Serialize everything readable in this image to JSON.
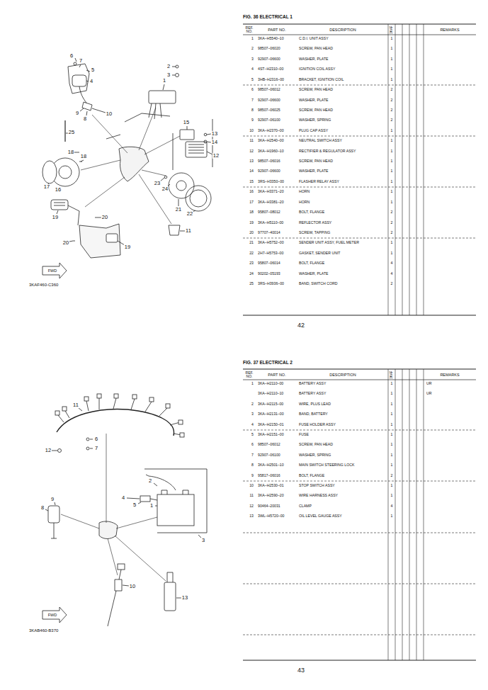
{
  "diagram": {
    "labels": [
      "6",
      "7",
      "5",
      "4",
      "2",
      "3",
      "1",
      "9",
      "8",
      "10",
      "15",
      "13",
      "14",
      "12",
      "25",
      "18",
      "18",
      "17",
      "16",
      "23",
      "24",
      "21",
      "22",
      "19",
      "20",
      "20",
      "19",
      "11",
      "3KAF460-C360",
      "FWD",
      "FIG.  36   ELECTRICAL 1",
      "REF. NO.",
      "PART NO.",
      "DESCRIPTION",
      "3KAF",
      "REMARKS",
      "1",
      "3KA–H5540–10",
      "C.D.I. UNIT ASSY",
      "1",
      "2",
      "98507–06020",
      "SCREW, PAN HEAD",
      "1",
      "3",
      "92907–06600",
      "WASHER, PLATE",
      "1",
      "4",
      "4ST–H2310–00",
      "IGNITION COIL ASSY",
      "1",
      "5",
      "3HB–H2316–00",
      "BRACKET, IGNITION COIL",
      "1",
      "6",
      "98507–06012",
      "SCREW, PAN HEAD",
      "2",
      "7",
      "92907–06600",
      "WASHER, PLATE",
      "2",
      "8",
      "98507–06025",
      "SCREW, PAN HEAD",
      "2",
      "9",
      "92907–06100",
      "WASHER, SPRING",
      "2",
      "10",
      "3KA–H2370–00",
      "PLUG CAP ASSY",
      "1",
      "11",
      "3KA–H2540–00",
      "NEUTRAL SWITCH ASSY",
      "1",
      "12",
      "3KA–H1960–10",
      "RECTIFIER & REGULATOR ASSY",
      "1",
      "13",
      "98507–06016",
      "SCREW, PAN HEAD",
      "1",
      "14",
      "92907–06600",
      "WASHER, PLATE",
      "1",
      "15",
      "3RS–H3350–00",
      "FLASHER RELAY ASSY",
      "1",
      "16",
      "3KA–H3371–20",
      "HORN",
      "1",
      "17",
      "3KA–H3381–20",
      "HORN",
      "1",
      "18",
      "95807–08012",
      "BOLT, FLANGE",
      "2",
      "19",
      "3KA–H5110–00",
      "REFLECTOR ASSY",
      "2",
      "20",
      "97707–40014",
      "SCREW, TAPPING",
      "2",
      "21",
      "3KA–H5752–00",
      "SENDER UNIT ASSY, FUEL METER",
      "1",
      "22",
      "2H7–H5753–00",
      "GASKET, SENDER UNIT",
      "1",
      "23",
      "95807–06014",
      "BOLT, FLANGE",
      "4",
      "24",
      "90202–05193",
      "WASHER, PLATE",
      "4",
      "25",
      "3RS–H3936–00",
      "BAND, SWITCH CORD",
      "2",
      "42",
      "11",
      "6",
      "7",
      "12",
      "9",
      "8",
      "4",
      "5",
      "2",
      "1",
      "3",
      "10",
      "13",
      "3KAB460-B370",
      "FWD",
      "FIG.  37   ELECTRICAL 2",
      "REF. NO.",
      "PART NO.",
      "DESCRIPTION",
      "3KAF",
      "REMARKS",
      "1",
      "3KA–H2110–00",
      "BATTERY ASSY",
      "1",
      "UR",
      "3KA–H2110–10",
      "BATTERY ASSY",
      "1",
      "UR",
      "2",
      "3KA–H2115–00",
      "WIRE, PLUS LEAD",
      "1",
      "3",
      "3KA–H2131–00",
      "BAND, BATTERY",
      "1",
      "4",
      "3KA–H2150–01",
      "FUSE HOLDER ASSY",
      "1",
      "5",
      "3KA–H2151–00",
      "FUSE",
      "1",
      "6",
      "98507–06012",
      "SCREW, PAN HEAD",
      "1",
      "7",
      "92907–06100",
      "WASHER, SPRING",
      "1",
      "8",
      "3KA–H2501–10",
      "MAIN SWITCH STEERING LOCK",
      "1",
      "9",
      "95817–06016",
      "BOLT, FLANGE",
      "2",
      "10",
      "3KA–H2530–01",
      "STOP SWITCH ASSY",
      "1",
      "11",
      "3KA–H2590–20",
      "WIRE HARNESS ASSY",
      "1",
      "12",
      "90464–20031",
      "CLAMP",
      "4",
      "13",
      "3WL–H5720–00",
      "OIL LEVEL GAUGE ASSY",
      "1",
      "43"
    ]
  }
}
